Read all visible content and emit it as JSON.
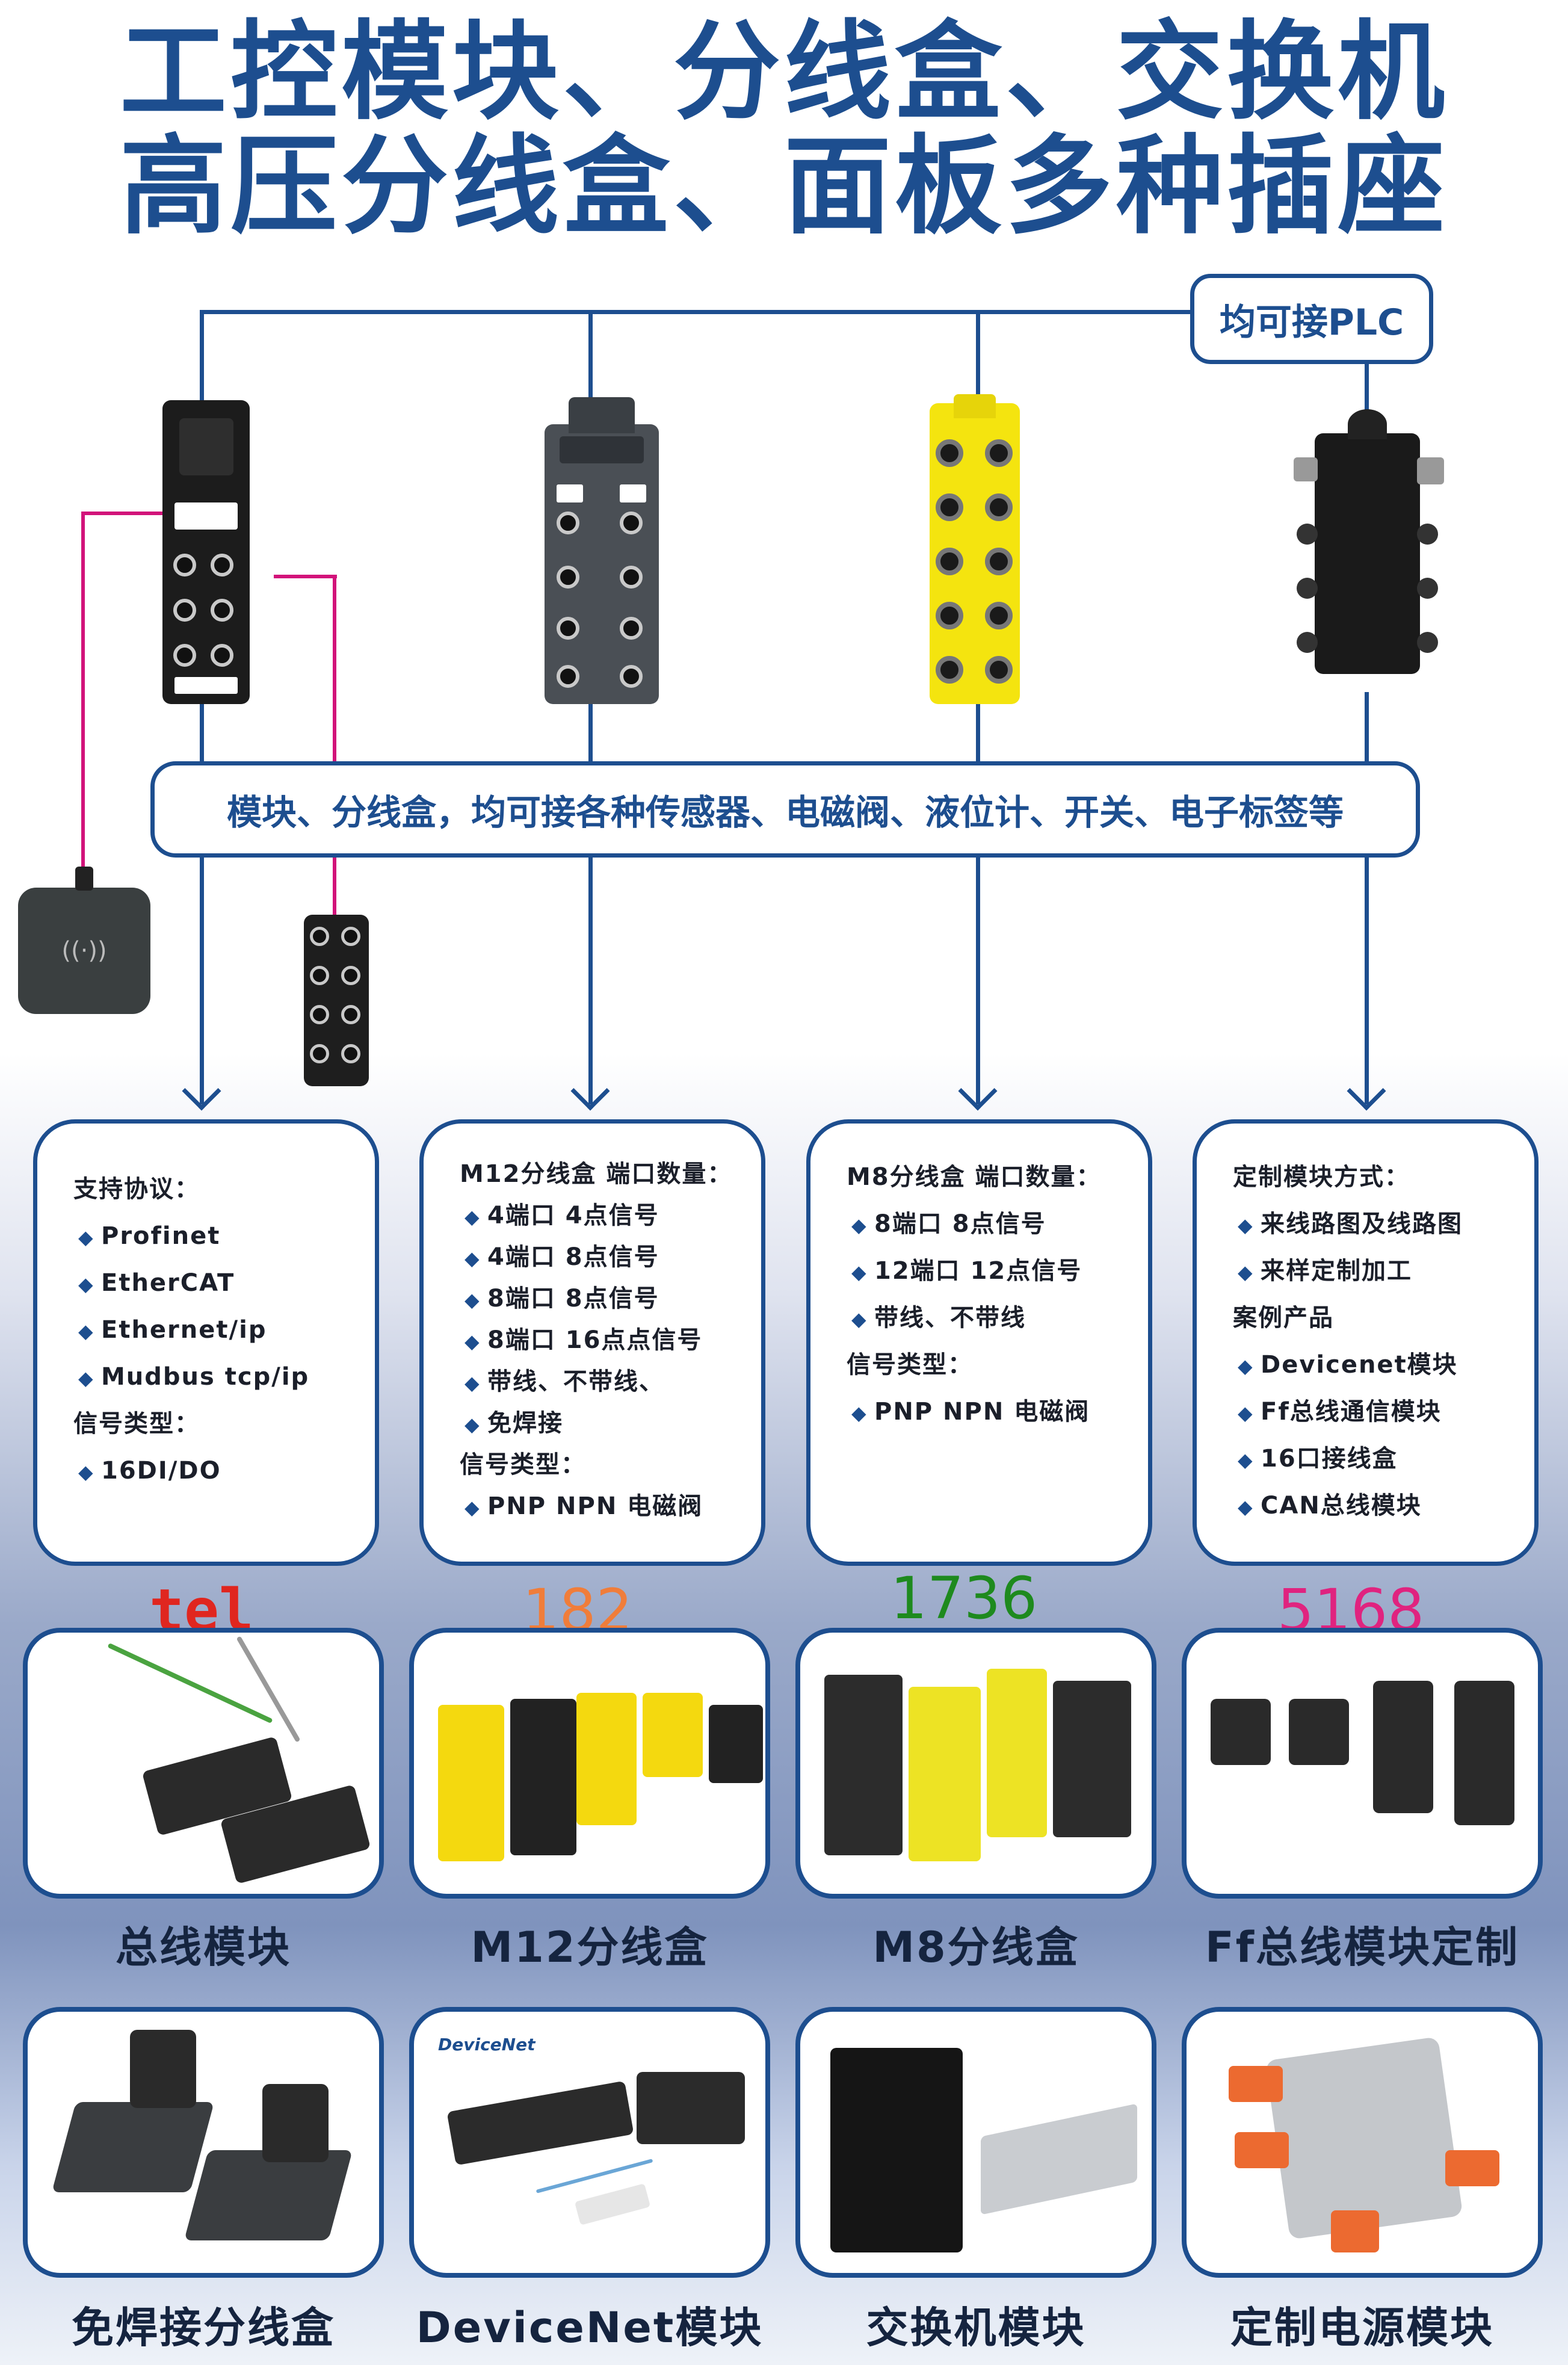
{
  "title": {
    "line1": "工控模块、分线盒、交换机",
    "line2": "高压分线盒、面板多种插座"
  },
  "plc_label": "均可接PLC",
  "sensor_banner": "模块、分线盒，均可接各种传感器、电磁阀、液位计、开关、电子标签等",
  "colors": {
    "primary": "#1d4e8f",
    "magenta_line": "#d2137a",
    "tel": "#e0261f",
    "num_182": "#f07d3a",
    "num_1736": "#1e8a1e",
    "num_5168": "#e0237f"
  },
  "info_boxes": [
    {
      "rows": [
        {
          "text": "支持协议：",
          "bullet": false
        },
        {
          "text": "Profinet",
          "bullet": true
        },
        {
          "text": "EtherCAT",
          "bullet": true
        },
        {
          "text": "Ethernet/ip",
          "bullet": true
        },
        {
          "text": "Mudbus tcp/ip",
          "bullet": true
        },
        {
          "text": "信号类型：",
          "bullet": false
        },
        {
          "text": "16DI/DO",
          "bullet": true
        }
      ]
    },
    {
      "rows": [
        {
          "text": "M12分线盒 端口数量：",
          "bullet": false
        },
        {
          "text": "4端口 4点信号",
          "bullet": true
        },
        {
          "text": "4端口 8点信号",
          "bullet": true
        },
        {
          "text": "8端口 8点信号",
          "bullet": true
        },
        {
          "text": "8端口 16点点信号",
          "bullet": true
        },
        {
          "text": "带线、不带线、",
          "bullet": true
        },
        {
          "text": "免焊接",
          "bullet": true
        },
        {
          "text": "信号类型：",
          "bullet": false
        },
        {
          "text": "PNP NPN 电磁阀",
          "bullet": true
        }
      ]
    },
    {
      "rows": [
        {
          "text": "M8分线盒 端口数量：",
          "bullet": false
        },
        {
          "text": "8端口 8点信号",
          "bullet": true
        },
        {
          "text": "12端口 12点信号",
          "bullet": true
        },
        {
          "text": "带线、不带线",
          "bullet": true
        },
        {
          "text": "信号类型：",
          "bullet": false
        },
        {
          "text": "PNP NPN 电磁阀",
          "bullet": true
        }
      ]
    },
    {
      "rows": [
        {
          "text": "定制模块方式：",
          "bullet": false
        },
        {
          "text": "来线路图及线路图",
          "bullet": true
        },
        {
          "text": "来样定制加工",
          "bullet": true
        },
        {
          "text": "案例产品",
          "bullet": false
        },
        {
          "text": "Devicenet模块",
          "bullet": true
        },
        {
          "text": "Ff总线通信模块",
          "bullet": true
        },
        {
          "text": "16口接线盒",
          "bullet": true
        },
        {
          "text": "CAN总线模块",
          "bullet": true
        }
      ]
    }
  ],
  "bullet_glyph": "◆",
  "numbers": [
    "tel",
    "182",
    "1736",
    "5168"
  ],
  "products_row1": [
    "总线模块",
    "M12分线盒",
    "M8分线盒",
    "Ff总线模块定制"
  ],
  "products_row2": [
    "免焊接分线盒",
    "DeviceNet模块",
    "交换机模块",
    "定制电源模块"
  ],
  "devicenet_logo": "DeviceNet",
  "icons": {
    "rfid": "wireless-signal-icon"
  }
}
